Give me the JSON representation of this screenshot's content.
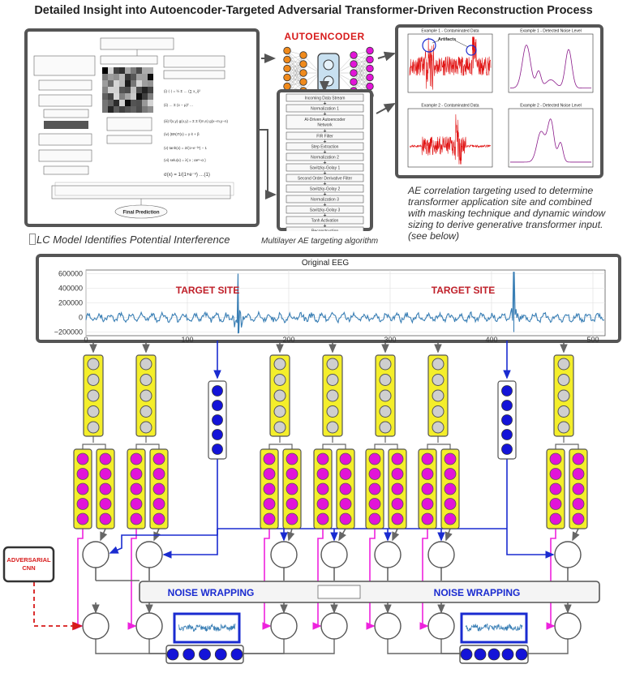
{
  "title": "Detailed Insight into Autoencoder-Targeted Adversarial Transformer-Driven Reconstruction Process",
  "lc_panel": {
    "caption": "LC Model Identifies Potential Interference",
    "final_label": "Final Prediction"
  },
  "autoencoder": {
    "title": "AUTOENCODER",
    "caption": "Multilayer AE targeting algorithm",
    "steps": [
      "Incoming Data Stream",
      "Normalization 1",
      "AI-Driven Autoencoder Network",
      "FIR Filter",
      "Step Extraction",
      "Normalization 2",
      "Savitzky-Golay 1",
      "Second Order Derivative Filter",
      "Savitzky-Golay 2",
      "Normalization 3",
      "Savitzky-Golay 3",
      "Tanh Activation",
      "Reconstruction"
    ]
  },
  "examples": {
    "panel1_title": "Example 1 - Contaminated Data",
    "panel2_title": "Example 1 - Detected Noise Level",
    "panel3_title": "Example 2 - Contaminated Data",
    "panel4_title": "Example 2 - Detected Noise Level",
    "artifacts_label": "Artifacts",
    "caption": "AE correlation targeting used to determine transformer application site and combined with masking technique and dynamic window sizing to derive generative transformer input. (see below)"
  },
  "eeg": {
    "title": "Original EEG",
    "target_label_1": "TARGET SITE",
    "target_label_2": "TARGET SITE"
  },
  "chart_data": {
    "type": "line",
    "title": "Original EEG",
    "xlim": [
      0,
      512
    ],
    "ylim": [
      -250000,
      650000
    ],
    "xticks": [
      0,
      100,
      200,
      300,
      400,
      500
    ],
    "yticks": [
      -200000,
      0,
      200000,
      400000,
      600000
    ],
    "xtick_labels": [
      "0",
      "100",
      "200",
      "300",
      "400",
      "500"
    ],
    "ytick_labels": [
      "−200000",
      "0",
      "200000",
      "400000",
      "600000"
    ],
    "spikes": [
      {
        "x": 150,
        "y": 600000,
        "y_min": -220000
      },
      {
        "x": 422,
        "y": 620000,
        "y_min": -200000
      }
    ],
    "grid": true
  },
  "pipeline": {
    "noise_label_1": "NOISE WRAPPING",
    "noise_label_2": "NOISE WRAPPING",
    "adversarial_label": "ADVERSARIAL CNN"
  },
  "colors": {
    "panel_border": "#555555",
    "signal": "#3a7fb5",
    "yellow": "#f4ee2a",
    "magenta": "#e214d8",
    "blue_node": "#1414d8",
    "grey_node": "#cfcfcf",
    "arrow_blue": "#1a2bd0",
    "arrow_magenta": "#ee22dd",
    "red": "#d71a1a"
  }
}
